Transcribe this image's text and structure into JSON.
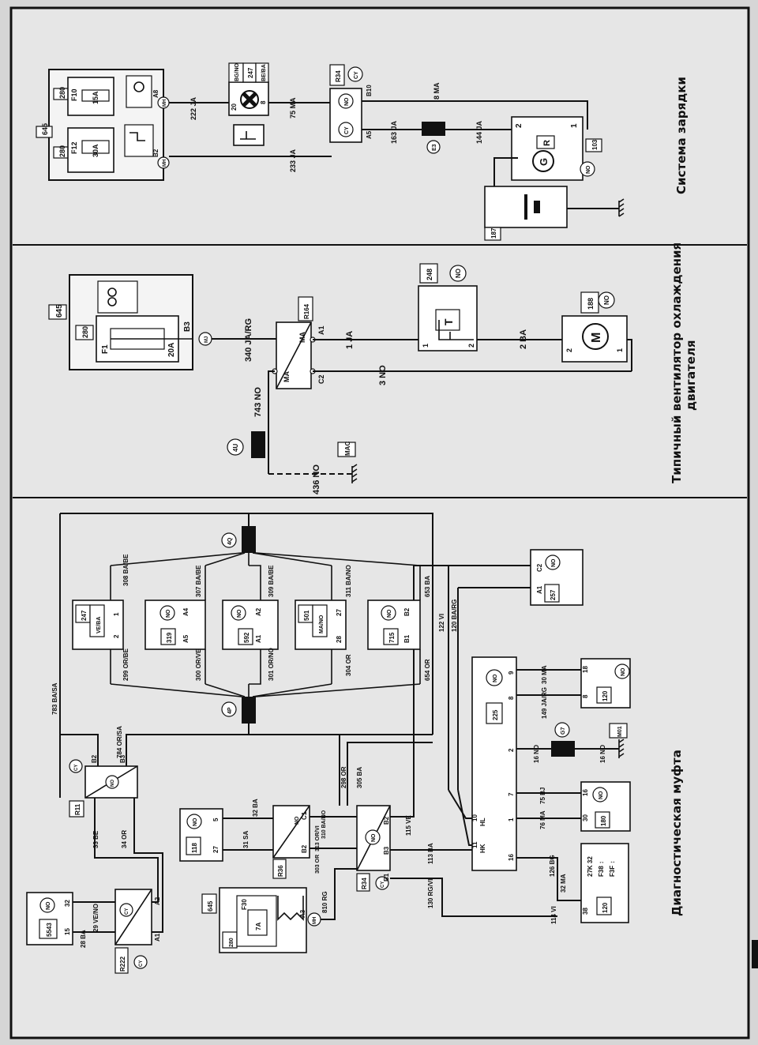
{
  "sections": {
    "left": {
      "title": "Диагностическая муфта"
    },
    "middle": {
      "title_line1": "Типичный вентилятор охлаждения",
      "title_line2": "двигателя"
    },
    "right": {
      "title": "Система зарядки"
    }
  },
  "right_labels": {
    "fusebox": "645",
    "fuse_rating_a": "280",
    "fuse_rating_b": "280",
    "f10": "F10",
    "f12": "F12",
    "f10_value": "15A",
    "f12_value": "30A",
    "pin_a8": "A8",
    "pin_b2": "B2",
    "conn_mh1": "MH",
    "conn_mh2": "MH",
    "w222": "222 JA",
    "w233": "233 JA",
    "w75": "75 MA",
    "w8": "8 MA",
    "w163": "163 JA",
    "w144": "144 JA",
    "lamp_id": "247",
    "lamp_c1": "BG/NO",
    "lamp_c2": "BE/BA",
    "lamp_p20": "20",
    "lamp_p8": "8",
    "relay": "R34",
    "relay_cy": "CY",
    "relay_no": "NO",
    "relay_cy2": "CY",
    "relay_b10": "B10",
    "relay_a5": "A5",
    "conn_e3": "E3",
    "gen_id": "103",
    "gen_no": "NO",
    "gen_g": "G",
    "gen_r": "R",
    "pin2": "2",
    "pin1": "1",
    "bat_id": "187"
  },
  "middle_labels": {
    "fusebox": "645",
    "fuse_id": "280",
    "fuse_name": "F1",
    "fuse_value": "20A",
    "pin_b3": "B3",
    "conn_mj": "MJ",
    "w340": "340 JA/RG",
    "w743": "743 NO",
    "w436": "436 NO",
    "w1": "1 JA",
    "w2": "2 BA",
    "w3": "3 NO",
    "relay": "R164",
    "relay_a1": "A1",
    "relay_c2": "C2",
    "relay_ma1": "MA",
    "relay_ma2": "MA",
    "conn_4u": "4U",
    "ground": "MAC",
    "therm_id": "248",
    "therm_no": "NO",
    "therm_t": "T",
    "therm_p1": "1",
    "therm_p2": "2",
    "motor_id": "188",
    "motor_no": "NO",
    "motor_m": "M",
    "motor_p1": "1",
    "motor_p2": "2"
  },
  "left_labels": {
    "b5543": "5543",
    "b5543_no": "NO",
    "b5543_p32": "32",
    "b5543_p15": "15",
    "r222": "R222",
    "r222_cy": "CY",
    "r222_cy2": "CY",
    "r222_a1": "A1",
    "r222_a2": "A2",
    "w29": "29 VE/NO",
    "w28": "28 BA",
    "w33": "33 BE",
    "w34": "34 OR",
    "r11": "R11",
    "r11_cy": "CY",
    "r11_no": "NO",
    "r11_b2": "B2",
    "r11_b3": "B3",
    "w783": "783 BA/SA",
    "w784": "784 OR/SA",
    "r36": "R36",
    "r36_no": "NO",
    "r36_c1": "C1",
    "r36_b2": "B2",
    "w32": "32 BA",
    "w31": "31 SA",
    "w310": "310 BA/NO",
    "w313": "313 OR/VI",
    "w303": "303 OR",
    "b118": "118",
    "b118_no": "NO",
    "b118_p5": "5",
    "b118_p27": "27",
    "r34": "R34",
    "r34_cy": "CY",
    "r34_no": "NO",
    "r34_b1": "B1",
    "r34_b2": "B2",
    "r34_b3": "B3",
    "fusebox": "645",
    "fuse_id": "280",
    "fuse_name": "F30",
    "fuse_value": "7A",
    "pin_a3": "A3",
    "conn_mh": "MH",
    "w810": "810 RG",
    "w113": "113 BA",
    "w115": "115 VE",
    "w130": "130 RG/VI",
    "w298": "298 OR",
    "w305": "305 BA",
    "conn_4p": "4P",
    "conn_4q": "4Q",
    "c247": "247",
    "c247_col": "VE/BA",
    "c247_p1": "1",
    "c247_p2": "2",
    "w308": "308 BA/BE",
    "w299": "299 OR/BE",
    "c319": "319",
    "c319_no": "NO",
    "c319_a4": "A4",
    "c319_a5": "A5",
    "w307": "307 BA/BE",
    "w300": "300 OR/VE",
    "c592": "592",
    "c592_no": "NO",
    "c592_a2": "A2",
    "c592_a1": "A1",
    "w309": "309 BA/BE",
    "w301": "301 OR/NO",
    "c501": "501",
    "c501_col": "MA/NO",
    "c501_p27": "27",
    "c501_p28": "28",
    "w311": "311 BA/NO",
    "w304": "304 OR",
    "c715": "715",
    "c715_no": "NO",
    "c715_b2": "B2",
    "c715_b1": "B1",
    "w653": "653 BA",
    "w654": "654 OR",
    "w122": "122 VI",
    "w120": "120 BA/RG",
    "c257": "257",
    "c257_no": "NO",
    "c257_c2": "C2",
    "c257_a1": "A1",
    "diag": "225",
    "diag_no": "NO",
    "p9": "9",
    "p8": "8",
    "p2": "2",
    "p7": "7",
    "p1": "1",
    "p10": "10",
    "p11": "11",
    "p16": "16",
    "hl": "HL",
    "hk": "HK",
    "w30": "30 MA",
    "w149": "149 JA/RG",
    "w16a": "16 NO",
    "w16b": "16 NO",
    "w75": "75 BJ",
    "w76": "76 MA",
    "w126": "126 BG",
    "w32b": "32 MA",
    "w114": "114 VI",
    "c120": "120",
    "c120_no": "NO",
    "c120_p18": "18",
    "c120_p8": "8",
    "g67": "G7",
    "m001": "M01",
    "c180": "180",
    "c180_no": "NO",
    "c180_p16": "16",
    "c180_p30": "30",
    "c120b": "120",
    "c120b_p38": "38",
    "fuse_note1": "27K 32",
    "fuse_note2": "F38 ↕",
    "fuse_note3": "F3F ↕"
  }
}
